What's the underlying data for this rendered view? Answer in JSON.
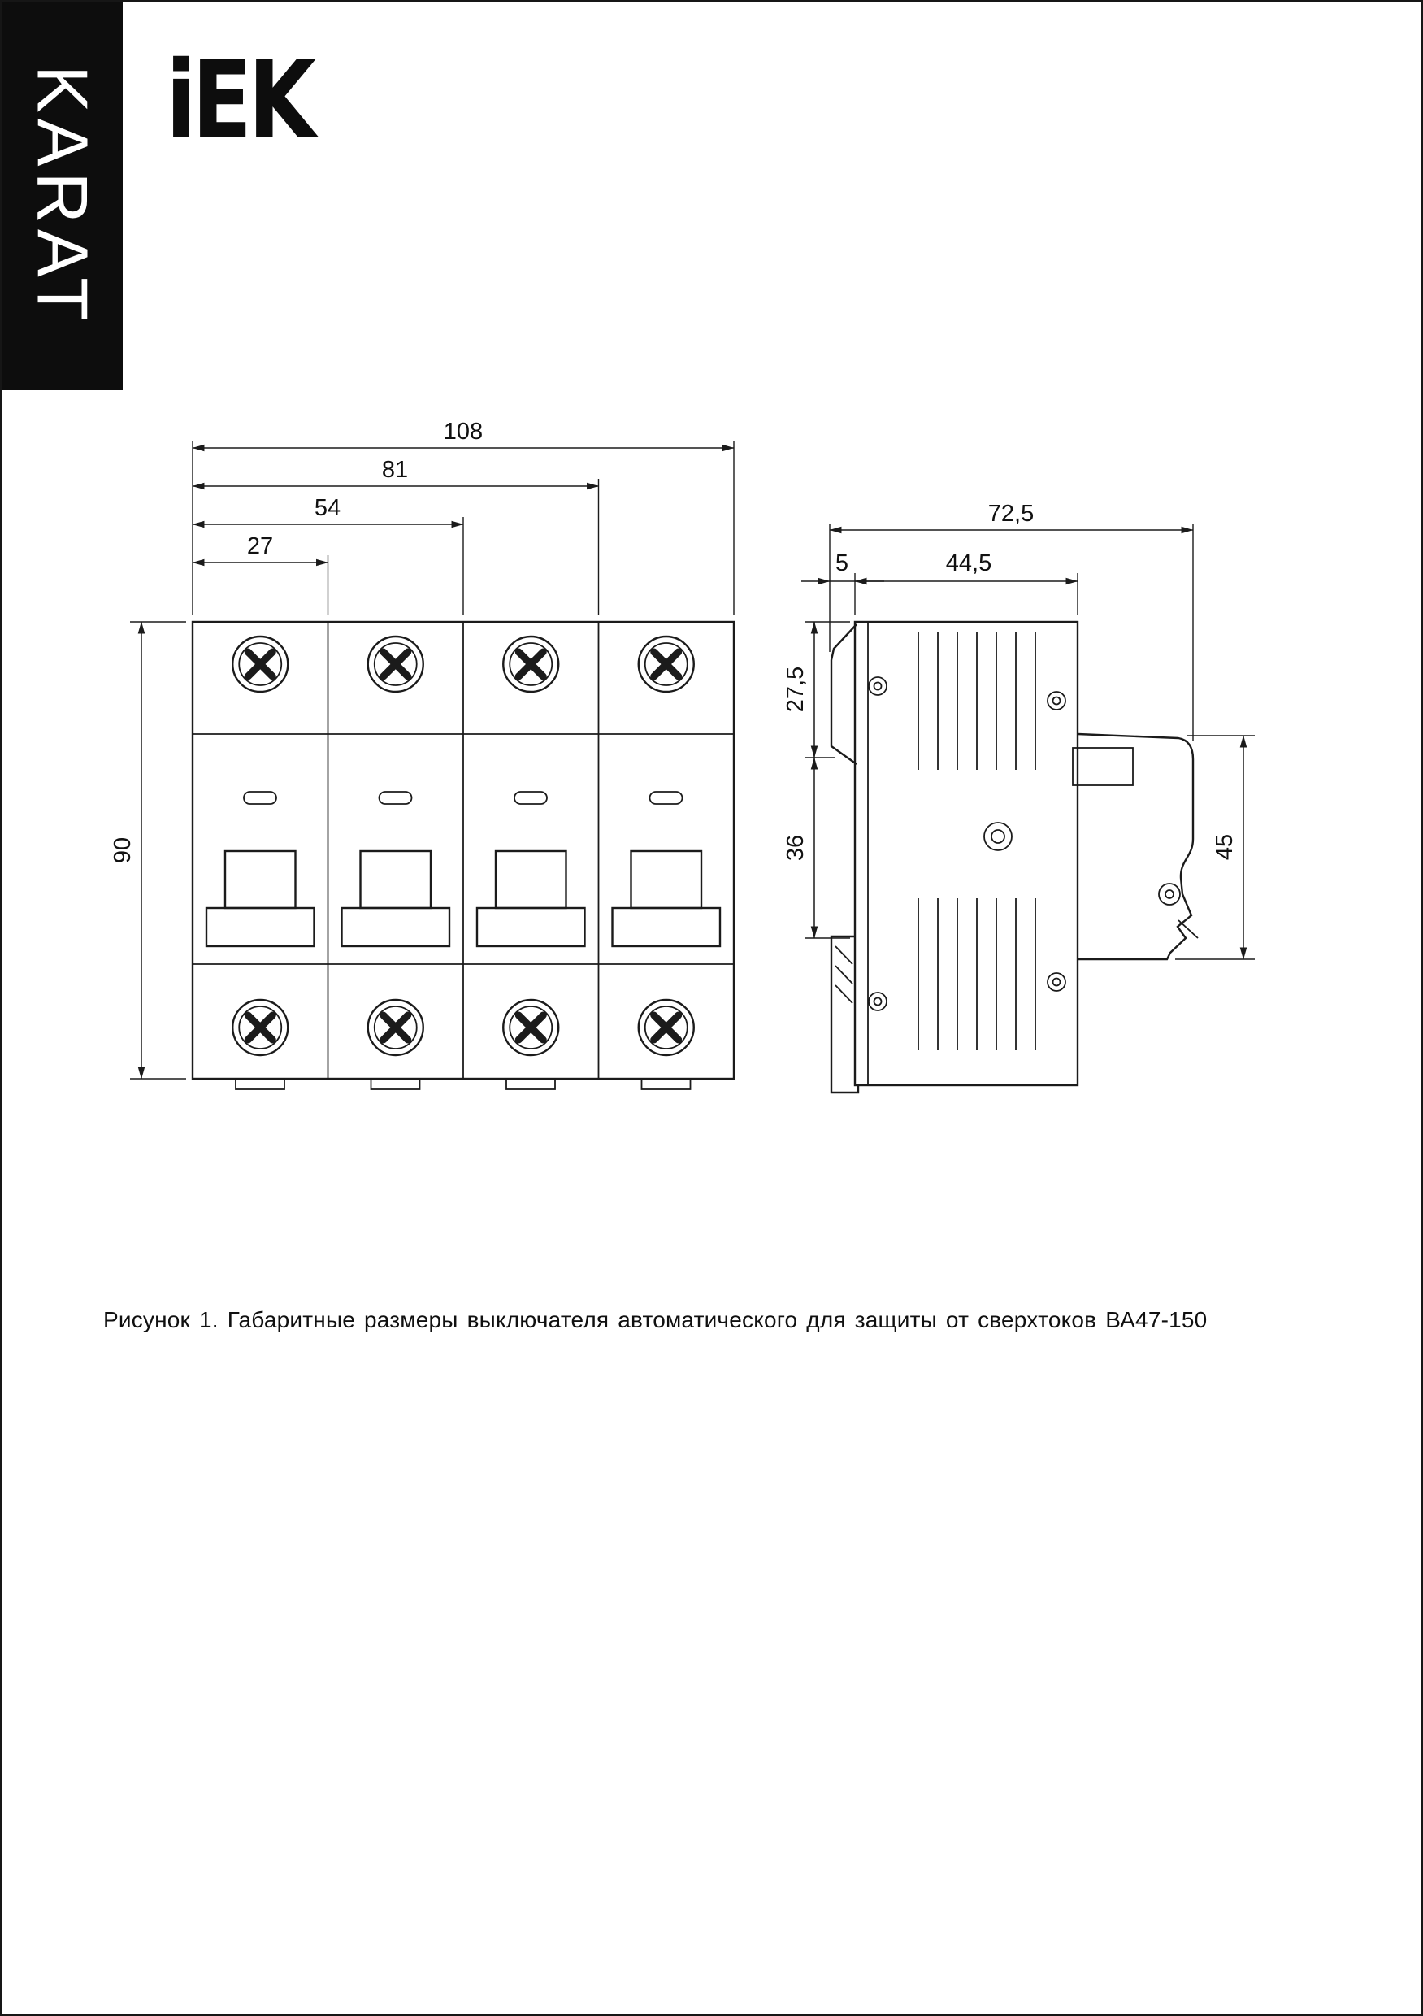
{
  "brand": {
    "vertical_label": "KARAT",
    "logo": "iEK"
  },
  "page": {
    "caption": "Рисунок 1. Габаритные размеры выключателя автоматического для защиты от сверхтоков ВА47-150"
  },
  "front_view": {
    "dims": {
      "total_width": "108",
      "width_3_poles": "81",
      "width_2_poles": "54",
      "width_1_pole": "27",
      "height": "90"
    }
  },
  "side_view": {
    "dims": {
      "total_depth": "72,5",
      "rail_offset": "5",
      "body_depth": "44,5",
      "upper_height": "27,5",
      "middle_height": "36",
      "front_height": "45"
    }
  }
}
